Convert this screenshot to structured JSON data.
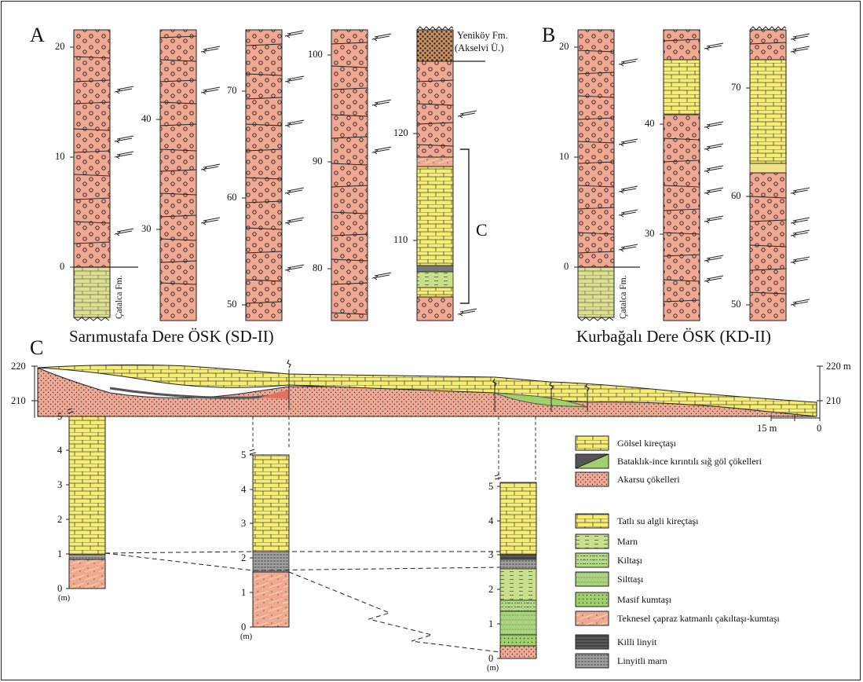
{
  "panels": {
    "a": "A",
    "b": "B",
    "c": "C"
  },
  "sections": {
    "a_title": "Sarımustafa Dere ÖSK (SD-II)",
    "b_title": "Kurbağalı Dere ÖSK (KD-II)"
  },
  "a_columns": [
    {
      "ticks": [
        "20",
        "10",
        "0"
      ]
    },
    {
      "ticks": [
        "40",
        "30"
      ]
    },
    {
      "ticks": [
        "70",
        "60",
        "50"
      ]
    },
    {
      "ticks": [
        "100",
        "90",
        "80"
      ]
    },
    {
      "ticks": [
        "120",
        "110"
      ]
    }
  ],
  "a_labels": {
    "yenikoy": "Yeniköy Fm.",
    "akselvi": "(Akselvi Ü.)",
    "bracket": "C",
    "catalca": "Çatalca Fm."
  },
  "b_columns": [
    {
      "ticks": [
        "20",
        "10",
        "0"
      ]
    },
    {
      "ticks": [
        "40",
        "30"
      ]
    },
    {
      "ticks": [
        "70",
        "60",
        "50"
      ]
    }
  ],
  "b_labels": {
    "catalca": "Çatalca Fm."
  },
  "cross_section": {
    "left_top": "220",
    "left_bottom": "210",
    "right_top": "220 m",
    "right_bottom": "210",
    "scale_left": "15 m",
    "scale_right": "0"
  },
  "c_logs": [
    {
      "ticks": [
        "5",
        "4",
        "3",
        "2",
        "1",
        "0"
      ],
      "unit": "(m)"
    },
    {
      "ticks": [
        "5",
        "4",
        "3",
        "2",
        "1",
        "0"
      ],
      "unit": "(m)"
    },
    {
      "ticks": [
        "5",
        "4",
        "3",
        "2",
        "1",
        "0"
      ],
      "unit": "(m)"
    }
  ],
  "legend_top": [
    "Gölsel kireçtaşı",
    "Bataklık-ince kırıntılı sığ göl çökelleri",
    "Akarsu çökelleri"
  ],
  "legend_bottom": [
    "Tatlı su algli kireçtaşı",
    "Marn",
    "Kiltaşı",
    "Silttaşı",
    "Masif kumtaşı",
    "Teknesel çapraz katmanlı çakıltaşı-kumtaşı",
    "Killi linyit",
    "Linyitli marn"
  ],
  "colors": {
    "conglomerate": "#f0a892",
    "limestone": "#f7ee6e",
    "marl": "#c8e08a",
    "green": "#9fd06a",
    "lignite": "#555555",
    "catalca": "#dde08a"
  }
}
